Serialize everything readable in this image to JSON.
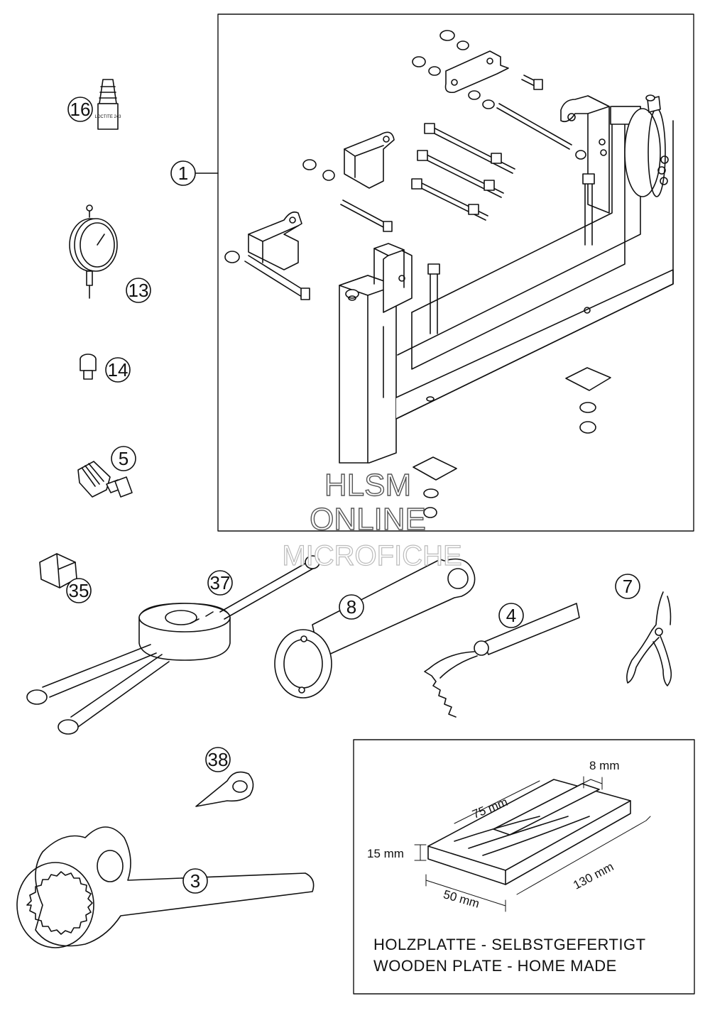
{
  "callouts": [
    {
      "id": "c1",
      "label": "1"
    },
    {
      "id": "c16",
      "label": "16"
    },
    {
      "id": "c13",
      "label": "13"
    },
    {
      "id": "c14",
      "label": "14"
    },
    {
      "id": "c5",
      "label": "5"
    },
    {
      "id": "c35",
      "label": "35"
    },
    {
      "id": "c37",
      "label": "37"
    },
    {
      "id": "c8",
      "label": "8"
    },
    {
      "id": "c4",
      "label": "4"
    },
    {
      "id": "c7",
      "label": "7"
    },
    {
      "id": "c38",
      "label": "38"
    },
    {
      "id": "c3",
      "label": "3"
    }
  ],
  "loctite_label": "LOCTITE 243",
  "watermark": {
    "line1": "HLSM",
    "line2": "ONLINE",
    "line3": "MICROFICHE"
  },
  "wooden_plate": {
    "dim_75": "75 mm",
    "dim_8": "8 mm",
    "dim_15": "15 mm",
    "dim_130": "130 mm",
    "dim_50": "50 mm",
    "note_de": "HOLZPLATTE - SELBSTGEFERTIGT",
    "note_en": "WOODEN PLATE - HOME MADE"
  }
}
